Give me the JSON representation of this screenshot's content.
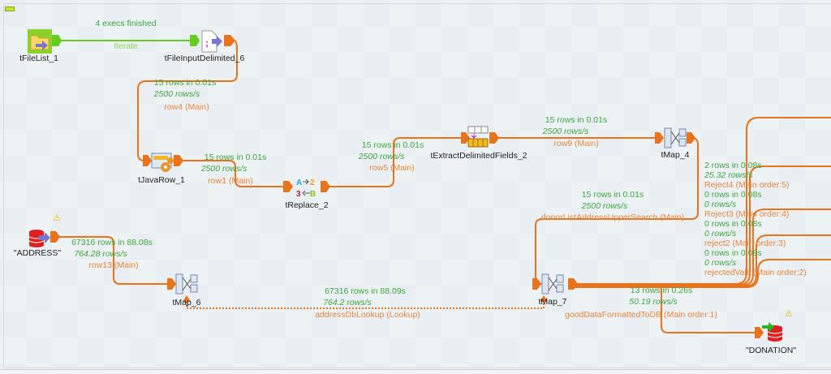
{
  "colors": {
    "main_link": "#e8731a",
    "iterate_link": "#66cc22",
    "stats": "#3fa63f",
    "link_label": "#e8873e"
  },
  "components": {
    "file_list": "tFileList_1",
    "file_input": "tFileInputDelimited_6",
    "java_row": "tJavaRow_1",
    "replace": "tReplace_2",
    "extract": "tExtractDelimitedFields_2",
    "tmap4": "tMap_4",
    "address": "\"ADDRESS\"",
    "tmap6": "tMap_6",
    "tmap7": "tMap_7",
    "donation": "\"DONATION\""
  },
  "links": {
    "iterate": {
      "stats": "4 execs finished",
      "label": "Iterate"
    },
    "row4": {
      "rows": "15 rows in 0.01s",
      "rate": "2500 rows/s",
      "label": "row4 (Main)"
    },
    "row1": {
      "rows": "15 rows in 0.01s",
      "rate": "2500 rows/s",
      "label": "row1 (Main)"
    },
    "row5": {
      "rows": "15 rows in 0.01s",
      "rate": "2500 rows/s",
      "label": "row5 (Main)"
    },
    "row9": {
      "rows": "15 rows in 0.01s",
      "rate": "2500 rows/s",
      "label": "row9 (Main)"
    },
    "donor": {
      "rows": "15 rows in 0.01s",
      "rate": "2500 rows/s",
      "label": "donorListAddressUpperSearch (Main)"
    },
    "row13": {
      "rows": "67316 rows in 88.08s",
      "rate": "764.28 rows/s",
      "label": "row13 (Main)"
    },
    "lookup": {
      "rows": "67316 rows in 88.09s",
      "rate": "764.2 rows/s",
      "label": "addressDbLookup (Lookup)"
    },
    "good": {
      "rows": "13 rows in 0.26s",
      "rate": "50.19 rows/s",
      "label": "goodDataFormattedToDB (Main order:1)"
    },
    "reject4": {
      "rows": "2 rows in 0.08s",
      "rate": "25.32 rows/s",
      "label": "Reject4 (Main order:5)"
    },
    "reject3": {
      "rows": "0 rows in 0.08s",
      "rate": "0 rows/s",
      "label": "Reject3 (Main order:4)"
    },
    "reject2": {
      "rows": "0 rows in 0.08s",
      "rate": "0 rows/s",
      "label": "reject2 (Main order:3)"
    },
    "rejectedVals": {
      "rows": "0 rows in 0.08s",
      "rate": "0 rows/s",
      "label": "rejectedVals (Main order:2)"
    }
  }
}
